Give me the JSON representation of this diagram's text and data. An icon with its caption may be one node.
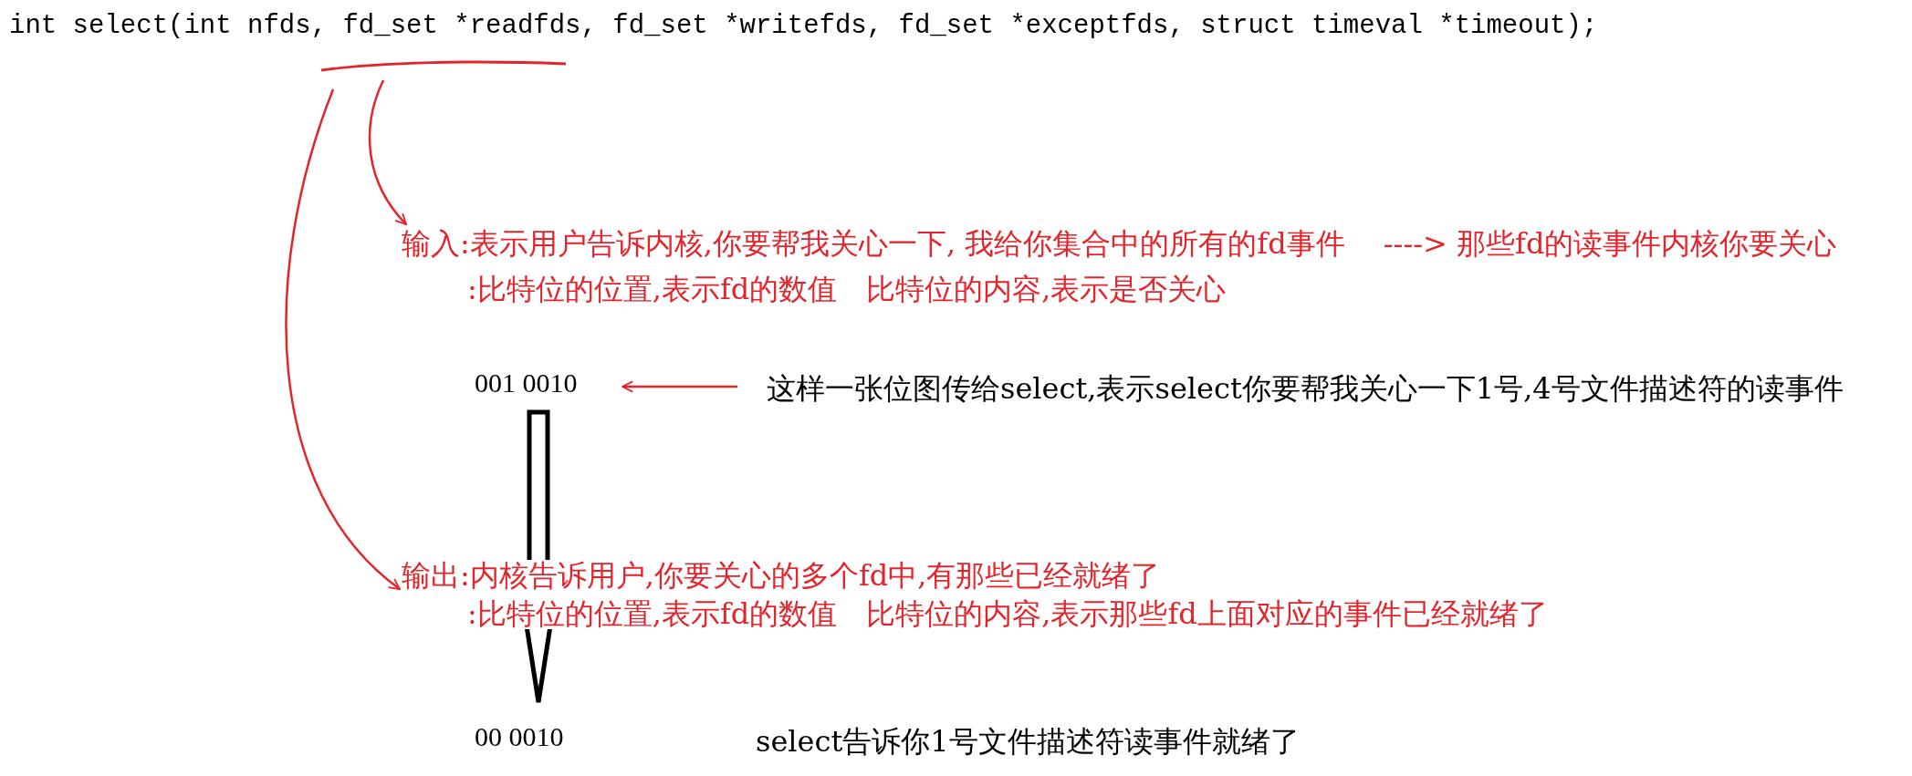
{
  "diagram": {
    "nodes": [
      {
        "text": [
          "int select(int nfds, fd_set *readfds, fd_set *writefds, fd_set *exceptfds, struct timeval *timeout);"
        ]
      },
      {
        "text": [
          "输入:表示用户告诉内核,你要帮我关心一下, 我给你集合中的所有的fd事件　 ----> 那些fd的读事件内核你要关心",
          ":比特位的位置,表示fd的数值　比特位的内容,表示是否关心"
        ]
      },
      {
        "text": [
          "001 0010"
        ]
      },
      {
        "text": [
          "这样一张位图传给select,表示select你要帮我关心一下1号,4号文件描述符的读事件"
        ]
      },
      {
        "text": [
          "输出:内核告诉用户,你要关心的多个fd中,有那些已经就绪了",
          ":比特位的位置,表示fd的数值　比特位的内容,表示那些fd上面对应的事件已经就绪了"
        ]
      },
      {
        "text": [
          "00 0010"
        ]
      },
      {
        "text": [
          "select告诉你1号文件描述符读事件就绪了"
        ]
      }
    ],
    "edges": [
      {
        "from": 0,
        "to": 1,
        "arrow": "to"
      },
      {
        "from": 0,
        "to": 4,
        "arrow": "to"
      },
      {
        "from": 3,
        "to": 2,
        "arrow": "to"
      },
      {
        "from": 2,
        "to": 5,
        "arrow": "to",
        "style": "thick",
        "color": "#000000"
      }
    ]
  }
}
